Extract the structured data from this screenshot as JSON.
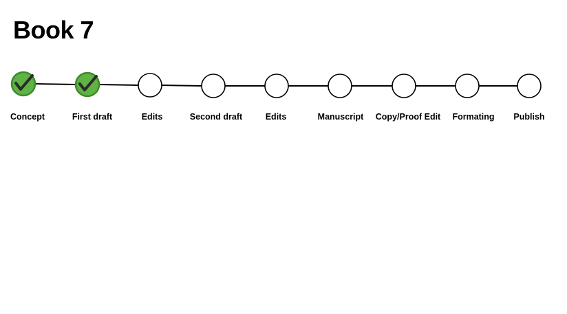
{
  "title": "Book 7",
  "colors": {
    "completed_fill": "#5fb244",
    "completed_ring": "#3e8a2b",
    "check": "#2b2b2b",
    "pending_fill": "#ffffff",
    "line": "#000000"
  },
  "steps": [
    {
      "label": "Concept",
      "done": true
    },
    {
      "label": "First draft",
      "done": true
    },
    {
      "label": "Edits",
      "done": false
    },
    {
      "label": "Second draft",
      "done": false
    },
    {
      "label": "Edits",
      "done": false
    },
    {
      "label": "Manuscript",
      "done": false
    },
    {
      "label": "Copy/Proof Edit",
      "done": false
    },
    {
      "label": "Formating",
      "done": false
    },
    {
      "label": "Publish",
      "done": false
    }
  ]
}
